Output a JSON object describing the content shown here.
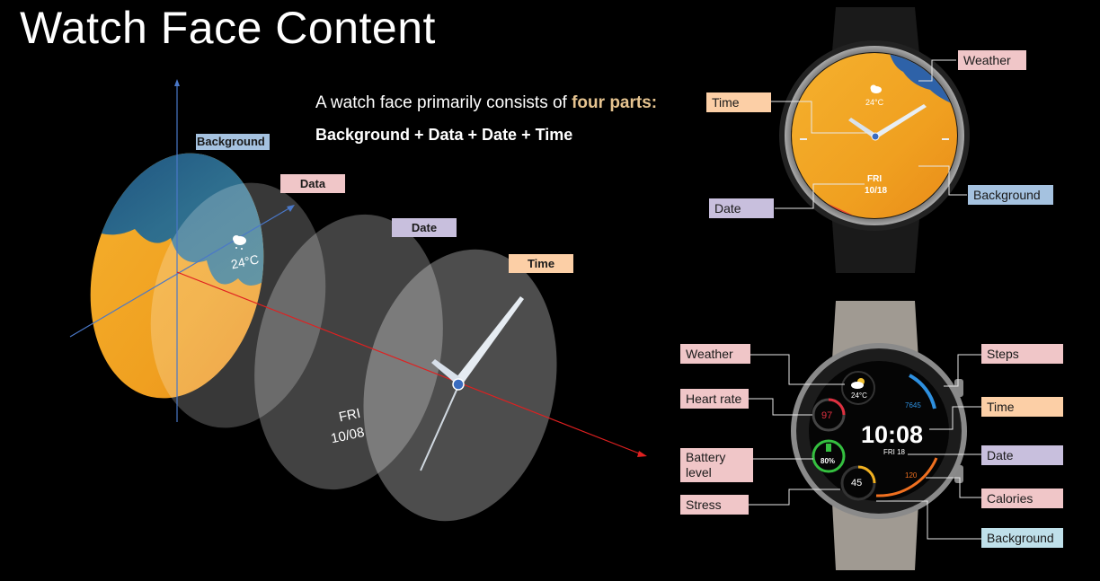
{
  "title": "Watch Face Content",
  "intro": {
    "prefix": "A watch face primarily consists of ",
    "highlight": "four parts:",
    "formula": "Background + Data + Date + Time"
  },
  "exploded": {
    "labels": {
      "background": "Background",
      "data": "Data",
      "date": "Date",
      "time": "Time"
    },
    "weather_temp": "24°C",
    "date_day": "FRI",
    "date_num": "10/08"
  },
  "watch1": {
    "labels": {
      "weather": "Weather",
      "time": "Time",
      "background": "Background",
      "date": "Date"
    },
    "temp": "24°C",
    "day": "FRI",
    "date": "10/18"
  },
  "watch2": {
    "labels": {
      "weather": "Weather",
      "heart_rate": "Heart rate",
      "battery": "Battery level",
      "stress": "Stress",
      "steps": "Steps",
      "time": "Time",
      "date": "Date",
      "calories": "Calories",
      "background": "Background"
    },
    "temp": "24°C",
    "heart": "97",
    "battery_pct": "80%",
    "stress_val": "45",
    "steps": "7645",
    "time": "10:08",
    "date": "FRI 18",
    "calories": "120"
  },
  "colors": {
    "orange_face": "#f2a524",
    "blue_face": "#2a6da0",
    "pink": "#f0c6c8",
    "peach": "#fccfa6",
    "lavender": "#c8bfdd",
    "blue_label": "#a5c2e0",
    "light_blue_label": "#bfe0ea",
    "highlight": "#e6c490",
    "axis_red": "#e02020",
    "axis_blue": "#4a78c8"
  }
}
